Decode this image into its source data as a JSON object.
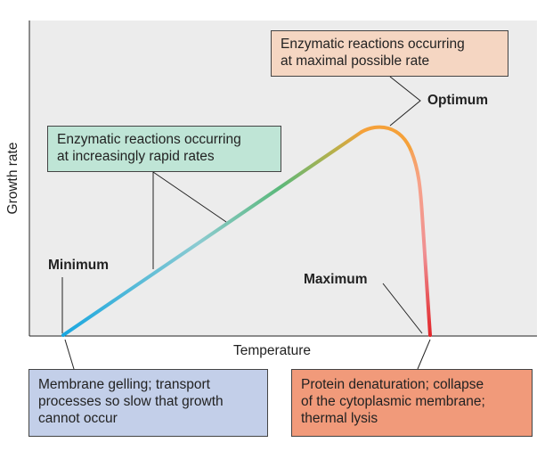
{
  "chart_data": {
    "type": "line",
    "xlabel": "Temperature",
    "ylabel": "Growth rate",
    "grid": false,
    "points": {
      "minimum": "Minimum",
      "optimum": "Optimum",
      "maximum": "Maximum"
    },
    "annotations": {
      "optimum_note": "Enzymatic reactions occurring\nat maximal possible rate",
      "rising_note": "Enzymatic reactions occurring\nat increasingly rapid rates",
      "minimum_note": "Membrane gelling; transport\nprocesses so slow that growth\ncannot occur",
      "maximum_note": "Protein denaturation; collapse\nof the cytoplasmic membrane;\nthermal lysis"
    },
    "colors": {
      "curve_start": "#1aa7e0",
      "curve_middle": "#5bb87a",
      "curve_peak": "#f5a13a",
      "curve_end": "#e2262b",
      "plot_background": "#ececec"
    }
  }
}
